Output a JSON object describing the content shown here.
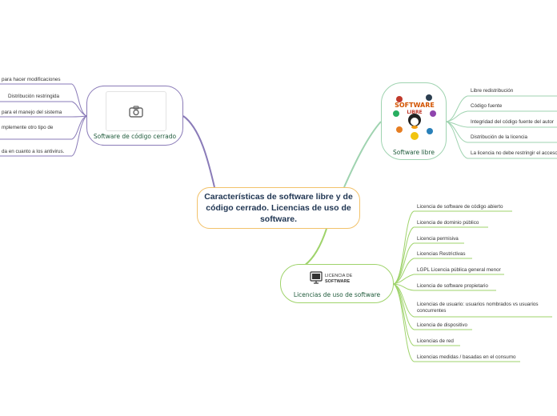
{
  "central": {
    "title": "Características de software libre y de código cerrado. Licencias de uso de software."
  },
  "closed": {
    "label": "Software de código cerrado",
    "icon": "camera-icon",
    "items": [
      "para hacer modificaciones",
      "Distribución restringida",
      "para el manejo del sistema",
      "mplemente otro tipo de",
      "da en cuanto a los antivirus."
    ]
  },
  "libre": {
    "label": "Software libre",
    "image_text": [
      "SOFTWARE",
      "LIBRE"
    ],
    "items": [
      "Libre redistribución",
      "Código fuente",
      "Integridad del código fuente del autor",
      "Distribución de la licencia",
      "La licencia no debe restringir el acceso"
    ]
  },
  "licencias": {
    "label": "Licencias de uso de software",
    "image_text": [
      "LICENCIA DE",
      "SOFTWARE"
    ],
    "items": [
      "Licencia de software de código abierto",
      "Licencia de dominio público",
      "Licencia permisiva",
      "Licencias Restrictivas",
      "LGPL Licencia pública general menor",
      "Licencia de software propietario",
      "Licencias de usuario: usuarios nombrados vs usuarios concurrentes",
      "Licencia de dispositivo",
      "Licencias de red",
      "Licencias medidas / basadas en el consumo"
    ]
  },
  "colors": {
    "central_border": "#f2c26b",
    "closed": "#8a7bb8",
    "libre": "#9fd3b0",
    "licencias": "#9fd36b"
  }
}
